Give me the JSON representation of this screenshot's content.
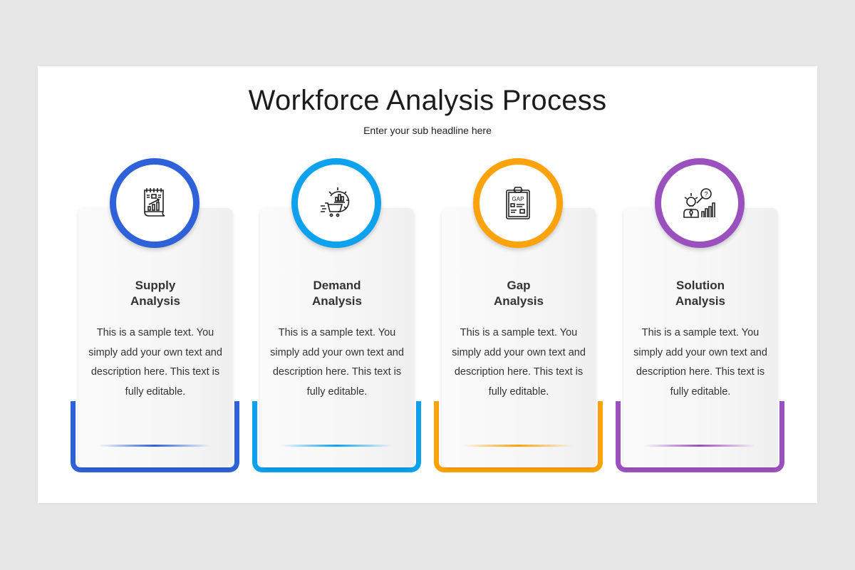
{
  "slide": {
    "title": "Workforce Analysis Process",
    "subtitle": "Enter your sub headline here"
  },
  "cards": [
    {
      "title_line1": "Supply",
      "title_line2": "Analysis",
      "icon": "calendar-chart-icon",
      "color": "#2f62d8",
      "text": "This is a sample text. You simply add your own text and description here. This text is fully editable."
    },
    {
      "title_line1": "Demand",
      "title_line2": "Analysis",
      "icon": "gear-cart-icon",
      "color": "#0ea1ee",
      "text": "This is a sample text. You simply add your own text and description here. This text is fully editable."
    },
    {
      "title_line1": "Gap",
      "title_line2": "Analysis",
      "icon": "gap-clipboard-icon",
      "color": "#fca20a",
      "text": "This is a sample text. You simply add your own text and description here. This text is fully editable."
    },
    {
      "title_line1": "Solution",
      "title_line2": "Analysis",
      "icon": "idea-search-chart-icon",
      "color": "#9a51bd",
      "text": "This is a sample text. You simply add your own text and description here. This text is fully editable."
    }
  ],
  "icon_labels": {
    "gap": "GAP",
    "question": "?"
  }
}
